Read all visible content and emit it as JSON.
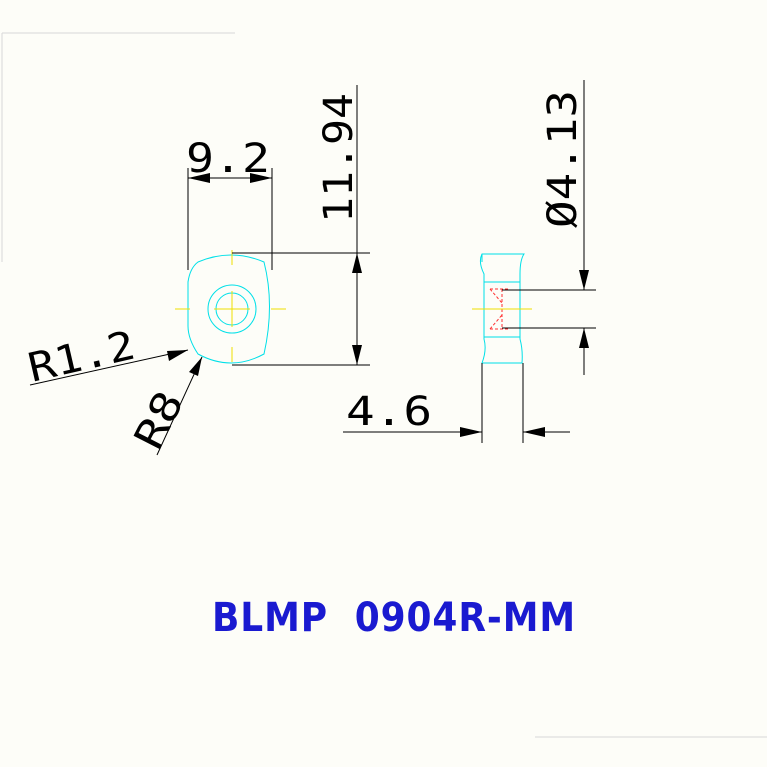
{
  "dimensions": {
    "width_front": "9.2",
    "height_front": "11.94",
    "radius_small": "R1.2",
    "radius_large": "R8",
    "side_width": "4.6",
    "hole_diameter": "Ø4.13"
  },
  "title": {
    "text": "BLMP  0904R-MM",
    "color": "#1a1ad0"
  },
  "colors": {
    "part_outline": "#00e0e8",
    "center_lines": "#f0e000",
    "hidden_lines": "#ff3030",
    "dimension_lines": "#000000"
  }
}
